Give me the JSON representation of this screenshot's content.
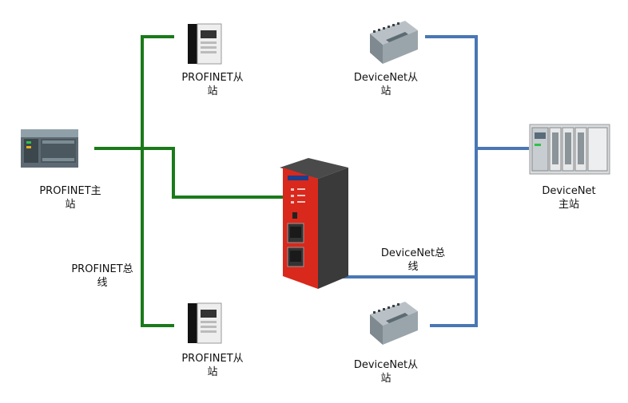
{
  "colors": {
    "profinet_bus": "#1a7a1a",
    "devicenet_bus": "#4a77b4",
    "gateway_body": "#d9281c",
    "gateway_side": "#3a3a3a"
  },
  "labels": {
    "profinet_master": [
      "PROFINET主",
      "站"
    ],
    "profinet_bus": [
      "PROFINET总",
      "线"
    ],
    "profinet_slave_top": [
      "PROFINET从",
      "站"
    ],
    "profinet_slave_bottom": [
      "PROFINET从",
      "站"
    ],
    "devicenet_slave_top": [
      "DeviceNet从",
      "站"
    ],
    "devicenet_slave_bottom": [
      "DeviceNet从",
      "站"
    ],
    "devicenet_master": [
      "DeviceNet",
      "主站"
    ],
    "devicenet_bus": [
      "DeviceNet总",
      "线"
    ]
  },
  "devices": {
    "profinet_master": "plc-icon",
    "profinet_slave": "drive-icon",
    "devicenet_slave": "io-module-icon",
    "devicenet_master": "rack-plc-icon",
    "gateway": "gateway-icon"
  }
}
